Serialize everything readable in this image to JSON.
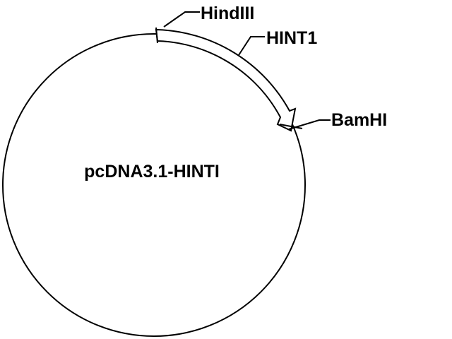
{
  "plasmid": {
    "name": "pcDNA3.1-HINTI"
  },
  "features": {
    "hindiii": "HindIII",
    "hint1": "HINT1",
    "bamhi": "BamHI"
  },
  "colors": {
    "stroke": "#000000",
    "fill": "#ffffff"
  }
}
